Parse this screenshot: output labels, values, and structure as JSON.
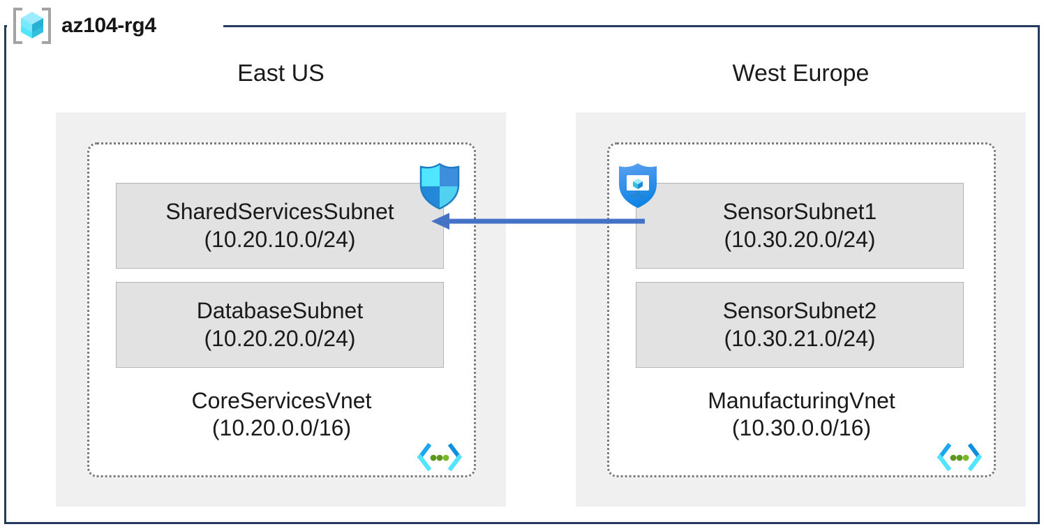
{
  "resource_group": {
    "name": "az104-rg4",
    "icon": "resource-group-cube-icon"
  },
  "regions": [
    {
      "id": "east-us",
      "title": "East US",
      "vnet": {
        "name": "CoreServicesVnet",
        "cidr": "(10.20.0.0/16)",
        "icon": "virtual-network-icon",
        "subnets": [
          {
            "name": "SharedServicesSubnet",
            "cidr": "(10.20.10.0/24)",
            "attached_icon": "network-security-group-shield-icon"
          },
          {
            "name": "DatabaseSubnet",
            "cidr": "(10.20.20.0/24)",
            "attached_icon": null
          }
        ]
      }
    },
    {
      "id": "west-europe",
      "title": "West Europe",
      "vnet": {
        "name": "ManufacturingVnet",
        "cidr": "(10.30.0.0/16)",
        "icon": "virtual-network-icon",
        "subnets": [
          {
            "name": "SensorSubnet1",
            "cidr": "(10.30.20.0/24)",
            "attached_icon": "application-security-group-shield-icon"
          },
          {
            "name": "SensorSubnet2",
            "cidr": "(10.30.21.0/24)",
            "attached_icon": null
          }
        ]
      }
    }
  ],
  "connection": {
    "name": "vnet-peering-arrow",
    "direction": "right-to-left",
    "from": "SensorSubnet1",
    "to": "SharedServicesSubnet"
  },
  "colors": {
    "outer_border": "#243a5e",
    "region_background": "#f0f0f0",
    "subnet_background": "#e2e2e2",
    "subnet_border": "#b4b4b4",
    "vnet_border": "#7a7a7a",
    "arrow": "#4472c4",
    "azure_blue": "#0078d4",
    "cyan": "#50e6ff",
    "green_dot": "#5e9624"
  }
}
